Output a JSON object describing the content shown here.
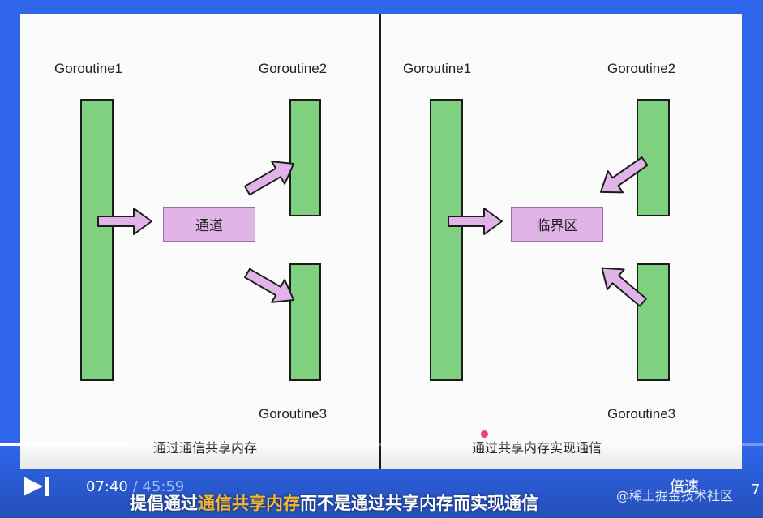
{
  "slide": {
    "left": {
      "g1": "Goroutine1",
      "g2": "Goroutine2",
      "g3": "Goroutine3",
      "box": "通道",
      "caption": "通过通信共享内存"
    },
    "right": {
      "g1": "Goroutine1",
      "g2": "Goroutine2",
      "g3": "Goroutine3",
      "box": "临界区",
      "caption": "通过共享内存实现通信"
    }
  },
  "player": {
    "current_time": "07:40",
    "separator": " / ",
    "duration": "45:59",
    "progress": 0.167,
    "speed_label": "倍速"
  },
  "subtitle": {
    "before": "提倡通过",
    "highlight": "通信共享内存",
    "after": "而不是通过共享内存而实现通信"
  },
  "watermark": "@稀土掘金技术社区",
  "watermark_number": "7",
  "colors": {
    "background": "#2f66ec",
    "bar": "#7fd07f",
    "box": "#e0b4e6",
    "arrow": "#e0b4e6",
    "highlight": "#f5b731"
  }
}
